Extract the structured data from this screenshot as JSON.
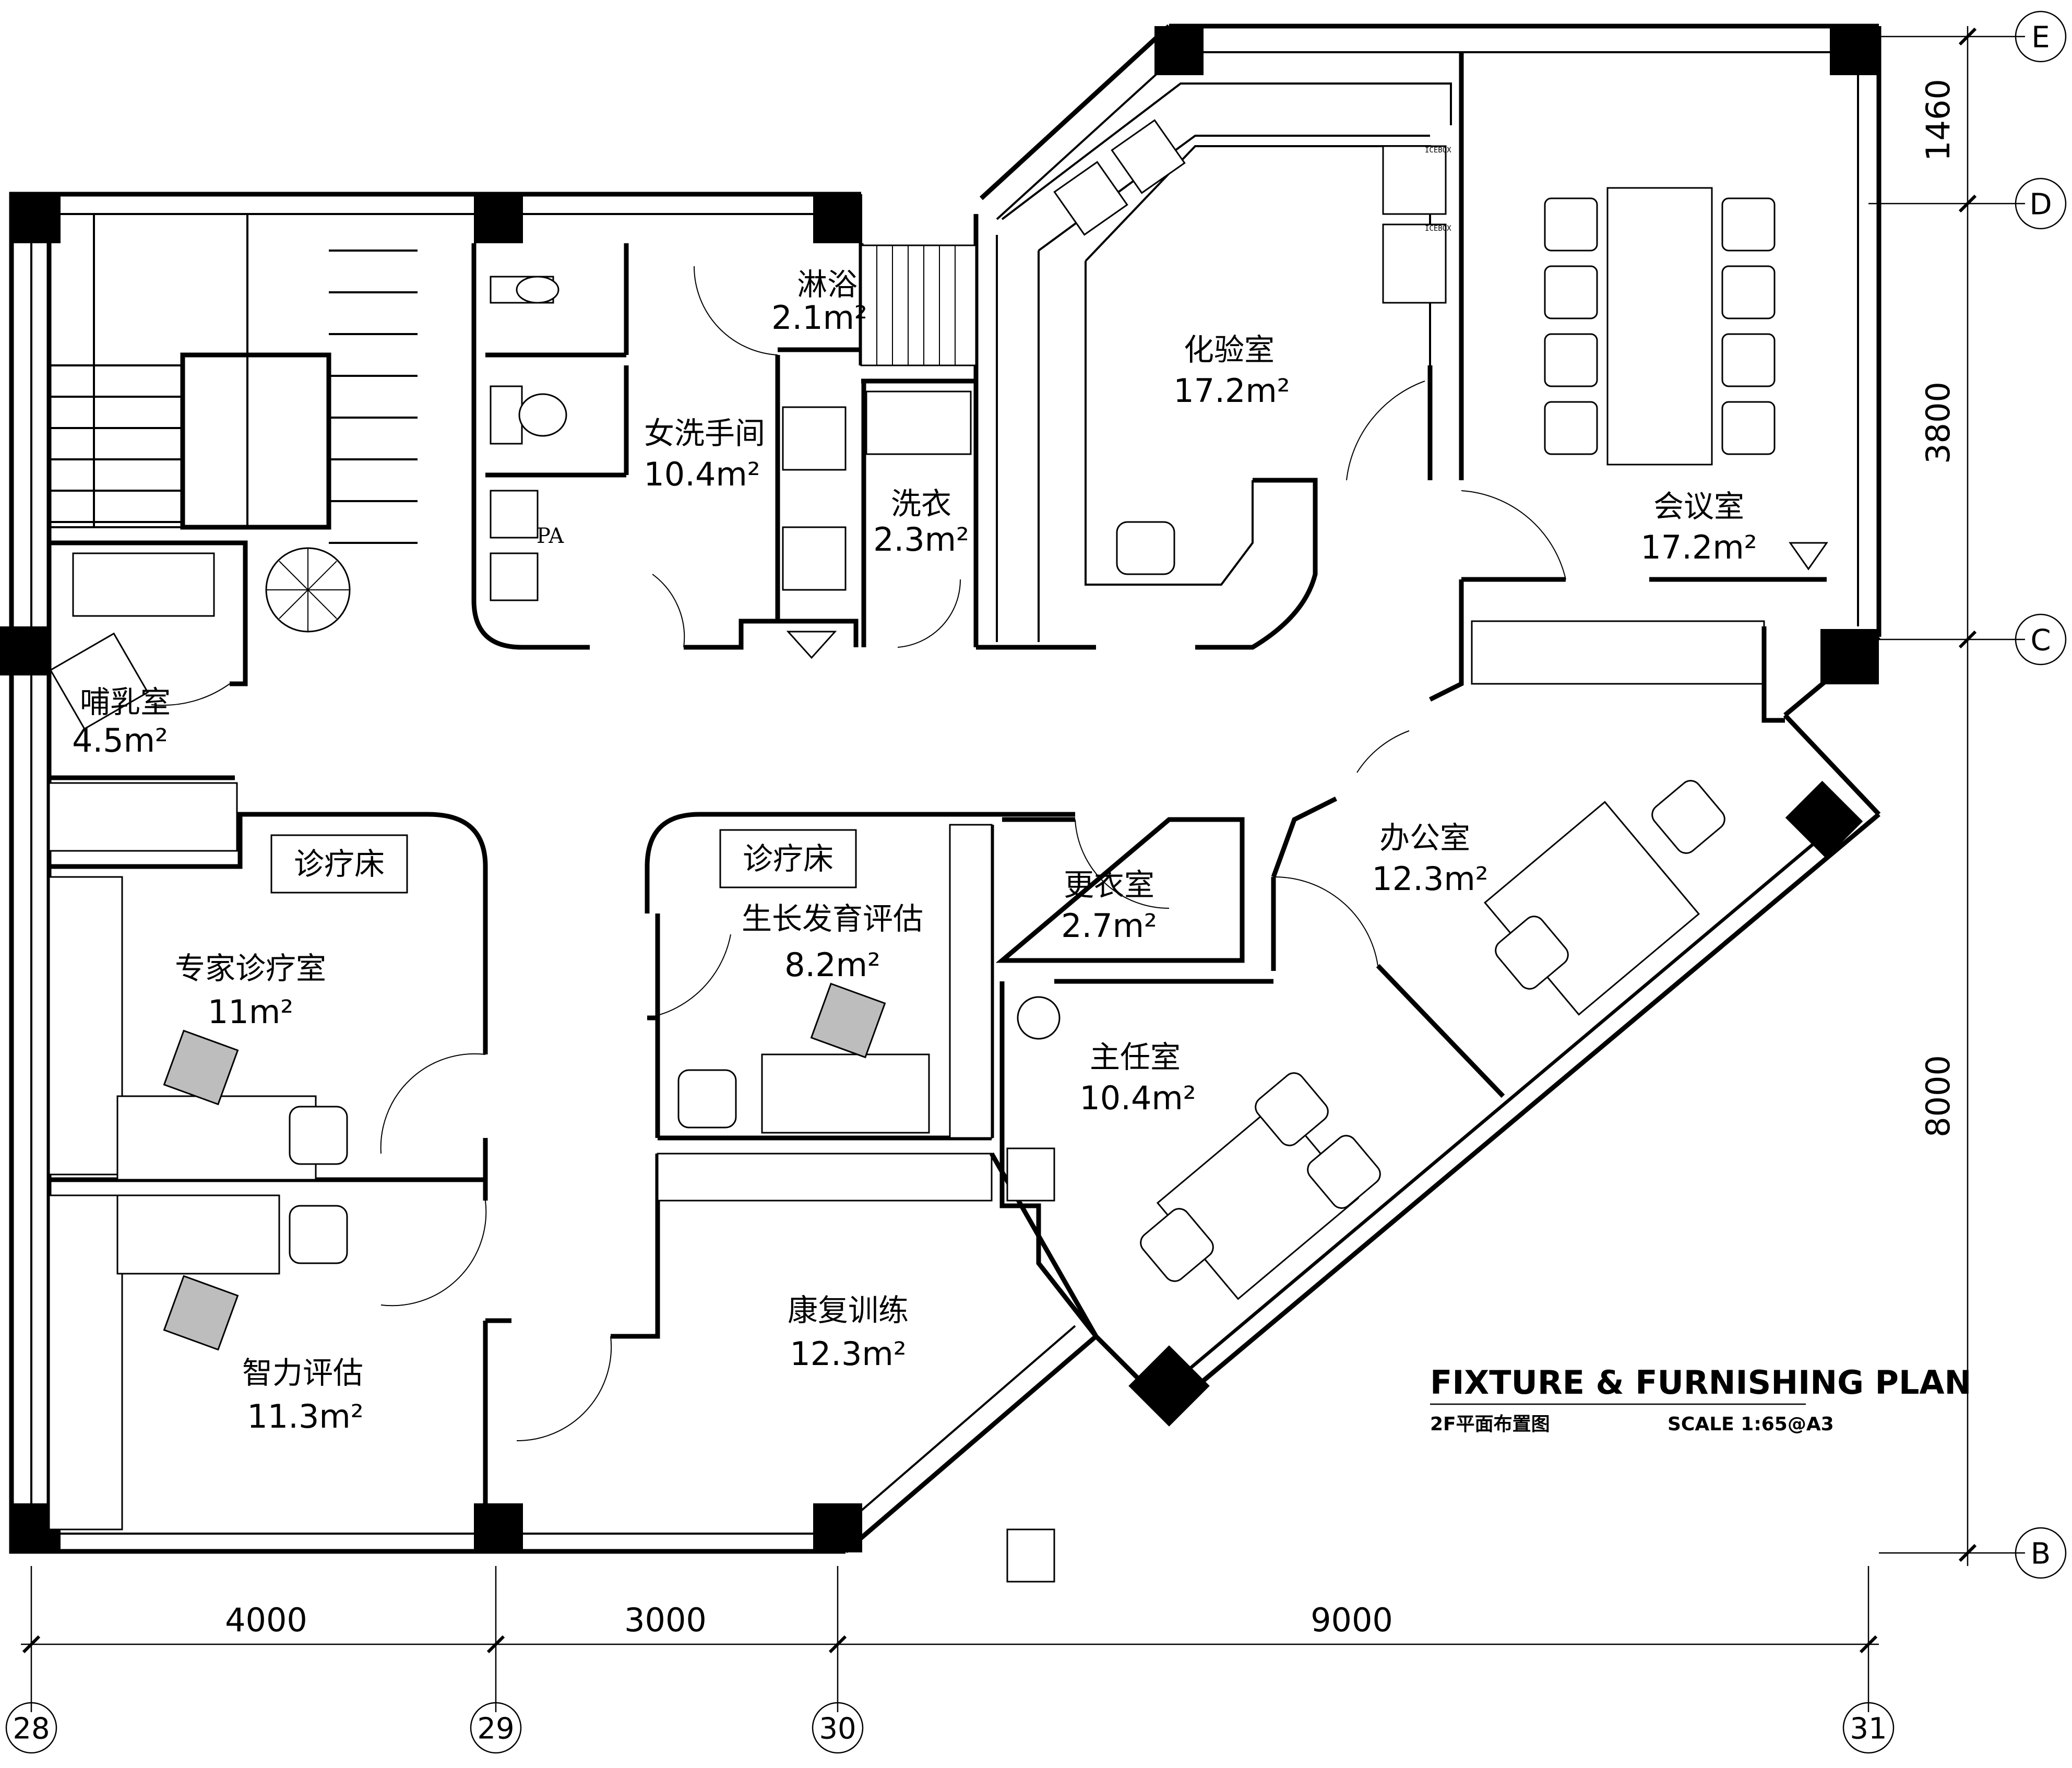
{
  "title": {
    "main": "FIXTURE & FURNISHING PLAN",
    "sub": "2F平面布置图",
    "scale": "SCALE 1:65@A3"
  },
  "rooms": {
    "nursing": {
      "name": "哺乳室",
      "area": "4.5m²"
    },
    "womens_wc": {
      "name": "女洗手间",
      "area": "10.4m²"
    },
    "shower": {
      "name": "淋浴",
      "area": "2.1m²"
    },
    "laundry": {
      "name": "洗衣",
      "area": "2.3m²"
    },
    "lab": {
      "name": "化验室",
      "area": "17.2m²"
    },
    "meeting": {
      "name": "会议室",
      "area": "17.2m²"
    },
    "office": {
      "name": "办公室",
      "area": "12.3m²"
    },
    "changing": {
      "name": "更衣室",
      "area": "2.7m²"
    },
    "director": {
      "name": "主任室",
      "area": "10.4m²"
    },
    "expert": {
      "name": "专家诊疗室",
      "area": "11m²"
    },
    "growth": {
      "name": "生长发育评估",
      "area": "8.2m²"
    },
    "intelligence": {
      "name": "智力评估",
      "area": "11.3m²"
    },
    "rehab": {
      "name": "康复训练",
      "area": "12.3m²"
    }
  },
  "labels": {
    "bed_1": "诊疗床",
    "bed_2": "诊疗床",
    "pa": "PA",
    "icebox_1": "ICEBOX",
    "icebox_2": "ICEBOX"
  },
  "dimensions": {
    "horizontal": [
      "4000",
      "3000",
      "9000"
    ],
    "vertical": [
      "1460",
      "3800",
      "8000"
    ]
  },
  "axes": {
    "columns": [
      "28",
      "29",
      "30",
      "31"
    ],
    "rows": [
      "E",
      "D",
      "C",
      "B"
    ]
  }
}
